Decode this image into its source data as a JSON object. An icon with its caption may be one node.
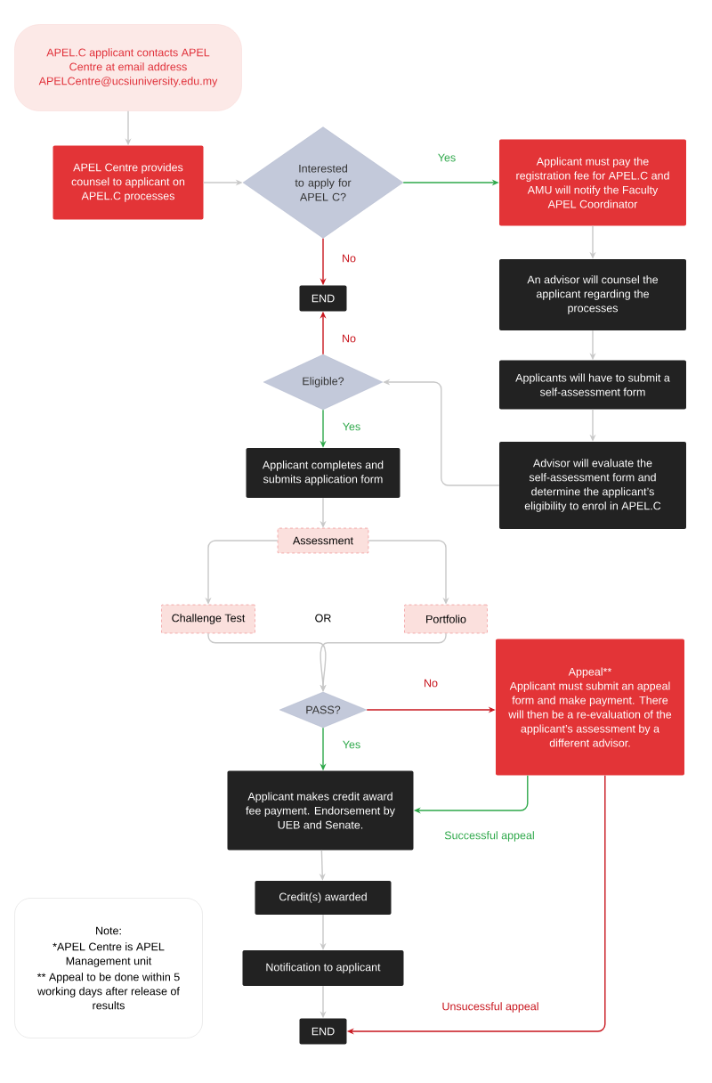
{
  "diagram": {
    "nodes": [
      {
        "text": [
          "APEL.C applicant contacts APEL Centre at email address APELCentre@ucsiuniversity.edu.my"
        ]
      },
      {
        "text": [
          "APEL Centre provides counsel to applicant on APEL.C processes"
        ]
      },
      {
        "text": [
          "Interested to apply for APEL C?"
        ]
      },
      {
        "text": [
          "Applicant must pay the registration fee for APEL.C and AMU will notify the Faculty APEL Coordinator"
        ]
      },
      {
        "text": [
          "END"
        ]
      },
      {
        "text": [
          "Eligible?"
        ]
      },
      {
        "text": [
          "An advisor will counsel the applicant regarding the processes"
        ]
      },
      {
        "text": [
          "Applicants will have to submit a self-assessment form"
        ]
      },
      {
        "text": [
          "Advisor will evaluate the self-assessment form and determine the applicant’s eligibility to enrol in APEL.C"
        ]
      },
      {
        "text": [
          "Applicant completes and submits application form"
        ]
      },
      {
        "text": [
          "Assessment"
        ]
      },
      {
        "text": [
          "Challenge Test"
        ]
      },
      {
        "text": [
          "Portfolio"
        ]
      },
      {
        "text": [
          "PASS?"
        ]
      },
      {
        "text": [
          "Appeal**",
          "Applicant must submit an appeal form and make payment. There will then be a re-evaluation of the applicant’s assessment by a different advisor."
        ]
      },
      {
        "text": [
          "Applicant makes credit award fee payment. Endorsement by UEB and Senate."
        ]
      },
      {
        "text": [
          "Credit(s) awarded"
        ]
      },
      {
        "text": [
          "Notification to applicant"
        ]
      },
      {
        "text": [
          "END"
        ]
      },
      {
        "text": [
          "Note:",
          "*APEL Centre is APEL Management unit",
          "** Appeal to be done within 5 working days after release of results"
        ]
      }
    ],
    "edges": [
      {
        "from": 0,
        "to": 1,
        "arrow": "to"
      },
      {
        "from": 1,
        "to": 2,
        "arrow": "to"
      },
      {
        "from": 2,
        "to": 3,
        "arrow": "to",
        "label": "Yes",
        "color": "#2ea84a"
      },
      {
        "from": 2,
        "to": 4,
        "arrow": "to",
        "label": "No",
        "color": "#c8161e"
      },
      {
        "from": 5,
        "to": 4,
        "arrow": "to",
        "label": "No",
        "color": "#c8161e"
      },
      {
        "from": 3,
        "to": 6,
        "arrow": "to"
      },
      {
        "from": 6,
        "to": 7,
        "arrow": "to"
      },
      {
        "from": 7,
        "to": 8,
        "arrow": "to"
      },
      {
        "from": 8,
        "to": 5,
        "arrow": "to"
      },
      {
        "from": 5,
        "to": 9,
        "arrow": "to",
        "label": "Yes",
        "color": "#2ea84a"
      },
      {
        "from": 9,
        "to": 10,
        "arrow": "to"
      },
      {
        "from": 10,
        "to": 11,
        "arrow": "to"
      },
      {
        "from": 10,
        "to": 12,
        "arrow": "to"
      },
      {
        "from": 11,
        "to": 13,
        "arrow": "to"
      },
      {
        "from": 12,
        "to": 13,
        "arrow": "to"
      },
      {
        "from": 13,
        "to": 14,
        "arrow": "to",
        "label": "No",
        "color": "#c8161e"
      },
      {
        "from": 13,
        "to": 15,
        "arrow": "to",
        "label": "Yes",
        "color": "#2ea84a"
      },
      {
        "from": 14,
        "to": 15,
        "arrow": "to",
        "label": "Successful appeal",
        "color": "#2ea84a"
      },
      {
        "from": 15,
        "to": 16,
        "arrow": "to"
      },
      {
        "from": 16,
        "to": 17,
        "arrow": "to"
      },
      {
        "from": 17,
        "to": 18,
        "arrow": "to"
      },
      {
        "from": 14,
        "to": 18,
        "arrow": "to",
        "label": "Unsucessful appeal",
        "color": "#c8161e"
      }
    ],
    "labels": [
      "OR"
    ]
  }
}
